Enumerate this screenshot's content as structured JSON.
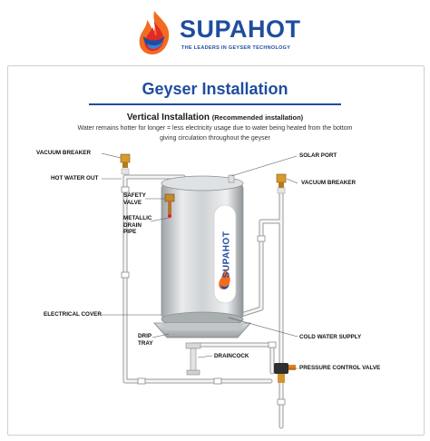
{
  "logo": {
    "brand": "SUPAHOT",
    "tagline": "THE LEADERS IN GEYSER TECHNOLOGY",
    "tank_brand": "SUPAHOT"
  },
  "title": "Geyser Installation",
  "subtitle": {
    "main": "Vertical Installation",
    "note": "(Recommended installation)"
  },
  "description": {
    "line1": "Water remains hotter for longer = less electricity usage due to water being heated from the bottom",
    "line2": "giving circulation throughout the geyser"
  },
  "labels": {
    "vacuum_breaker_left": "VACUUM BREAKER",
    "hot_water_out": "HOT WATER OUT",
    "safety_valve_1": "SAFETY",
    "safety_valve_2": "VALVE",
    "metallic_drain_1": "METALLIC",
    "metallic_drain_2": "DRAIN",
    "metallic_drain_3": "PIPE",
    "electrical_cover": "ELECTRICAL COVER",
    "drip_tray_1": "DRIP",
    "drip_tray_2": "TRAY",
    "draincock": "DRAINCOCK",
    "solar_port": "SOLAR PORT",
    "vacuum_breaker_right": "VACUUM BREAKER",
    "cold_water_supply": "COLD WATER SUPPLY",
    "pressure_control_valve": "PRESSURE CONTROL VALVE"
  },
  "colors": {
    "brand_blue": "#1f4d9e",
    "flame_orange": "#f26b21",
    "flame_red": "#e2282a",
    "pipe_white": "#f5f5f5",
    "tank_silver": "#c9ccce"
  }
}
